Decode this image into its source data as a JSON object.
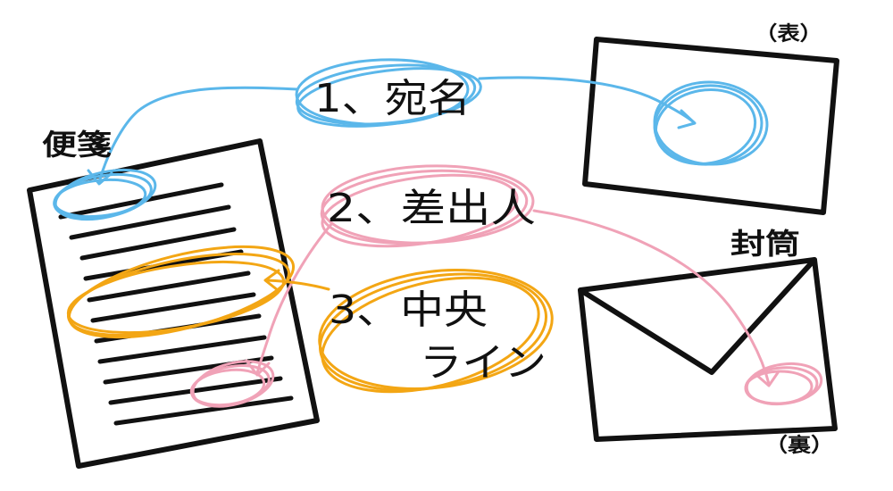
{
  "letter": {
    "label": "便箋"
  },
  "envelope": {
    "label": "封筒",
    "front_label": "（表）",
    "back_label": "（裏）"
  },
  "callouts": {
    "address": {
      "label": "1、宛名"
    },
    "sender": {
      "label": "2、差出人"
    },
    "center_line": {
      "label_line1": "3、中央",
      "label_line2": "ライン"
    }
  },
  "colors": {
    "address": "#5bb7ea",
    "sender": "#f0a2b7",
    "center_line": "#f3a614",
    "ink": "#111111"
  }
}
